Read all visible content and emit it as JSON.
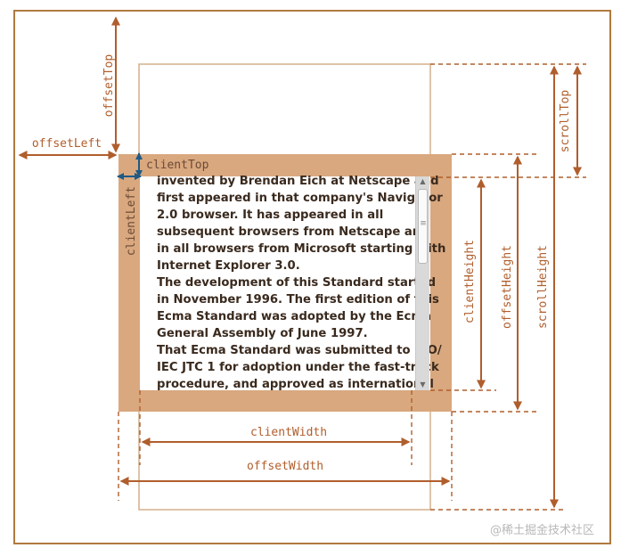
{
  "labels": {
    "offset_top": "offsetTop",
    "offset_left": "offsetLeft",
    "client_top": "clientTop",
    "client_left": "clientLeft",
    "client_height": "clientHeight",
    "offset_height": "offsetHeight",
    "scroll_height": "scrollHeight",
    "scroll_top": "scrollTop",
    "client_width": "clientWidth",
    "offset_width": "offsetWidth"
  },
  "content_lines": [
    "invented by Brendan Eich at Netscape and",
    "first appeared in that company's Navigator",
    "2.0 browser. It has appeared in all",
    "subsequent browsers from Netscape and",
    "in all browsers from Microsoft starting with",
    "Internet Explorer 3.0.",
    "The development of this Standard started",
    "in November 1996. The first edition of this",
    "Ecma Standard was adopted by the Ecma",
    "General Assembly of June 1997.",
    "That Ecma Standard was submitted to ISO/",
    "IEC JTC 1 for adoption under the fast-track",
    "procedure, and approved as international"
  ],
  "scrollbar": {
    "up_glyph": "▲",
    "down_glyph": "▼",
    "grip_glyph": "≡"
  },
  "watermark": "@稀土掘金技术社区",
  "colors": {
    "outer_border": "#b07a3e",
    "element_border": "#d9a87f",
    "scroll_outline": "#d3b08c",
    "measure_arrow": "#b05e2c",
    "client_arrow": "#1f5a85",
    "label_text": "#b05e2c",
    "client_label_text": "#6b4a35"
  }
}
